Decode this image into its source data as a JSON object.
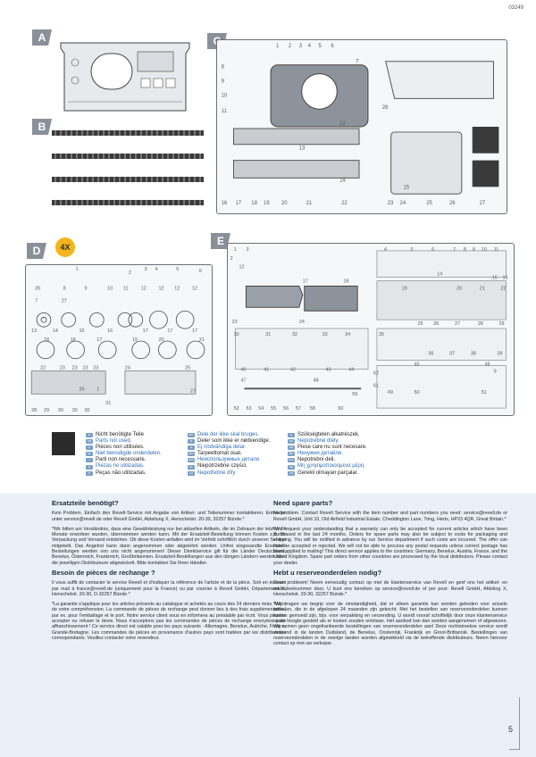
{
  "header": {
    "code": "03249"
  },
  "sprues": {
    "A": {
      "letter": "A"
    },
    "B": {
      "letter": "B"
    },
    "C": {
      "letter": "C",
      "numbers": [
        "1",
        "2",
        "3",
        "4",
        "5",
        "6",
        "7",
        "8",
        "9",
        "10",
        "11",
        "12",
        "13",
        "14",
        "15",
        "16",
        "17",
        "18",
        "19",
        "20",
        "21",
        "22",
        "23",
        "24",
        "25",
        "26",
        "27",
        "28"
      ]
    },
    "D": {
      "letter": "D",
      "quantity": "4X",
      "numbers": [
        "1",
        "2",
        "3",
        "4",
        "5",
        "6",
        "7",
        "8",
        "9",
        "10",
        "11",
        "12",
        "13",
        "14",
        "15",
        "16",
        "17",
        "18",
        "19",
        "20",
        "21",
        "22",
        "23",
        "24",
        "25",
        "26",
        "27",
        "28",
        "29",
        "30",
        "31"
      ]
    },
    "E": {
      "letter": "E",
      "numbers": [
        "1",
        "2",
        "3",
        "4",
        "5",
        "6",
        "7",
        "8",
        "9",
        "10",
        "11",
        "12",
        "13",
        "14",
        "15",
        "16",
        "17",
        "18",
        "19",
        "20",
        "21",
        "22",
        "23",
        "24",
        "25",
        "26",
        "27",
        "28",
        "29",
        "30",
        "31",
        "32",
        "33",
        "34",
        "35",
        "36",
        "37",
        "38",
        "39",
        "40",
        "41",
        "42",
        "43",
        "44",
        "45",
        "46",
        "47",
        "48",
        "49",
        "50",
        "51",
        "52",
        "53",
        "54",
        "55",
        "56",
        "57",
        "58",
        "59",
        "60",
        "61",
        "62"
      ]
    }
  },
  "legend": {
    "col1": [
      "Nicht benötigte Teile",
      "Parts not used.",
      "Pièces non utilisées.",
      "Niet benodigde onderdelen.",
      "Parti non necessarie.",
      "Piezas no utilizadas.",
      "Peças não utilizadas."
    ],
    "col1_flags": [
      "D",
      "GB",
      "F",
      "NL",
      "I",
      "E",
      "P"
    ],
    "col2": [
      "Dele der ikke skal bruges.",
      "Deler som ikke er nødvendige.",
      "Ej nödvändiga delar.",
      "Tarpeettomat osat.",
      "Неиспользуемые детали.",
      "Niepotrzebne części.",
      "Nepotřebné díly."
    ],
    "col2_flags": [
      "DK",
      "N",
      "S",
      "FIN",
      "RUS",
      "PL",
      "CZ"
    ],
    "col3": [
      "Szükségtelen alkatrészek.",
      "Nepotrebné diely.",
      "Piese care nu sunt necesare.",
      "Ненужни детайли.",
      "Nepotrebni deli.",
      "Μη χρησιμοποιούμενα μέρη.",
      "Gerekli olmayan parçalar."
    ],
    "col3_flags": [
      "H",
      "SK",
      "RO",
      "BG",
      "SLO",
      "GR",
      "TR"
    ]
  },
  "spare": {
    "de": {
      "title": "Ersatzteile benötigt?",
      "p1": "Kein Problem. Einfach den Revell-Service mit Angabe von Artikel- und Teilenummer kontaktieren. Entweder unter service@revell.de oder Revell GmbH, Abteilung X, Henschelstr. 20-30, 32257 Bünde.*",
      "p2": "*Wir bitten um Verständnis, dass eine Gewährleistung nur bei aktuellen Artikeln, die im Zeitraum der letzten 24 Monate erworben wurden, übernommen werden kann. Mit der Ersatzteil-Bestellung können Kosten z.B. für Verpackung und Versand entstehen. Ob diese Kosten anfallen wird im Vorfeld schriftlich durch unseren Service mitgeteilt. Das Angebot kann dann angenommen oder abgelehnt werden. Unfrei eingesandte Ersatzteil-Bestellungen werden von uns nicht angenommen! Dieser Direktservice gilt für die Länder Deutschland, Benelux, Österreich, Frankreich, Großbritannien. Ersatzteil-Bestellungen aus den übrigen Ländern werden über die jeweiligen Distributeure abgewickelt. Bitte kontakten Sie Ihren Händler."
    },
    "fr": {
      "title": "Besoin de pièces de rechange ?",
      "p1": "Il vous suffit de contacter le service Revell et d'indiquer la référence de l'article et de la pièce. Soit en écrivant par mail à france@revell.de (uniquement pour la France) ou par courrier à Revell GmbH, Département X, Henschelstr. 20-30, D-32257 Bünde.*",
      "p2": "*La garantie s'applique pour les articles présents au catalogue et achetés au cours des 24 derniers mois. Merci de votre compréhension. La commande de pièces de rechange peut donner lieu à des frais supplémentaires, par ex. pour l'emballage et le port. Notre service client vous en informera au préalable par écrit. Vous pourrez accepter ou refuser le devis. Nous n'acceptons pas les commandes de pièces de rechange envoyées sans affranchissement ! Ce service direct est valable pour les pays suivants : Allemagne, Benelux, Autriche, France, Grande-Bretagne. Les commandes de pièces en provenance d'autres pays sont traitées par les distributeurs correspondants. Veuillez contacter votre revendeur."
    },
    "en": {
      "title": "Need spare parts?",
      "p1": "No problem. Contact Revell Service with the item number and part numbers you need: service@revell.de or Revell GmbH, Unit 10, Old Airfield Industrial Estate, Cheddington Lane, Tring, Herts, HP23 4QR, Great Britain.*",
      "p2": "*We request your understanding that a warranty can only be accepted for current articles which have been purchased in the last 24 months. Orders for spare parts may also be subject to costs for packaging and shipping. You will be notified in advance by our Service department if such costs are incurred. The offer can then be accepted or rejected. We will not be able to process any postal requests unless correct postage has been applied to mailing! This direct service applies to the countries: Germany, Benelux, Austria, France, and the United Kingdom. Spare part orders from other countries are processed by the local distributors. Please contact your dealer."
    },
    "nl": {
      "title": "Hebt u reserveonderdelen nodig?",
      "p1": "Geen probleem! Neem eenvoudig contact op met de klantenservice van Revell en geef ons het artikel- en onderdeelnummer door. U kunt ons bereiken op service@revell.de of per post: Revell GmbH, Afdeling X, Henschelstr. 20-30, 32257 Bünde.*",
      "p2": "*Wij vragen uw begrip voor de omstandigheid, dat er alleen garantie kan worden geboden voor actuele artikelen, die in de afgelopen 24 maanden zijn gekocht. Met het bestellen van reserveonderdelen kunnen kosten gemoeid zijn, bijv. voor verpakking en verzending. U wordt vooraf schriftelijk door onze klantenservice op de hoogte gesteld als er kosten zouden ontstaan. Het aanbod kan dan worden aangenomen of afgewezen. Wij nemen geen ongefrankeerde bestellingen van reserveonderdelen aan! Deze rechtstreekse service wordt verleend in de landen Duitsland, de Benelux, Oostenrijk, Frankrijk en Groot-Brittannië. Bestellingen van reserveonderdelen in de overige landen worden afgewikkeld via de betreffende distributeurs. Neem hiervoor contact op met uw verkoper."
    }
  },
  "footer": {
    "page_number": "5"
  }
}
